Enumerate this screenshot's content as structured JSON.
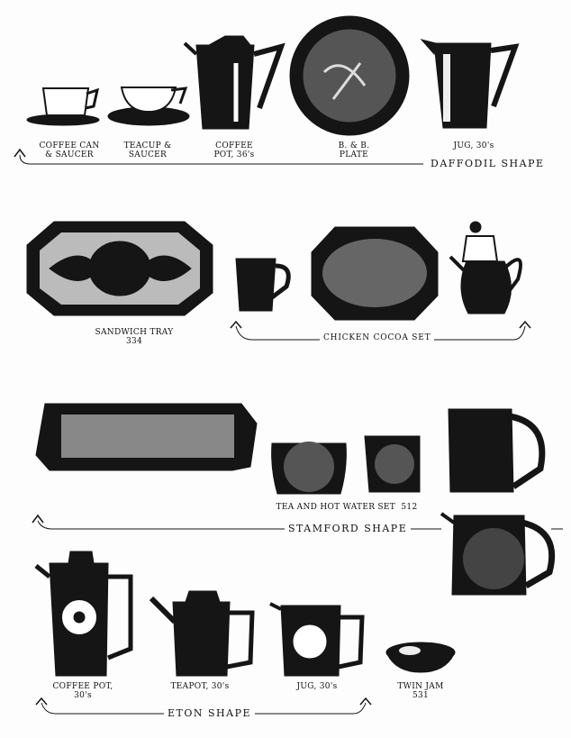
{
  "sections": [
    {
      "shape_name": "DAFFODIL SHAPE",
      "items": [
        {
          "label": "COFFEE CAN\n& SAUCER"
        },
        {
          "label": "TEACUP &\nSAUCER"
        },
        {
          "label": "COFFEE\nPOT, 36's"
        },
        {
          "label": "B. & B.\nPLATE"
        },
        {
          "label": "JUG, 30's"
        }
      ]
    },
    {
      "shape_name": "CHICKEN COCOA SET",
      "items": [
        {
          "label": "SANDWICH TRAY\n334"
        }
      ]
    },
    {
      "shape_name": "STAMFORD SHAPE",
      "items": [
        {
          "label": "TEA AND HOT WATER SET  512"
        }
      ]
    },
    {
      "shape_name": "ETON SHAPE",
      "items": [
        {
          "label": "COFFEE POT,\n30's"
        },
        {
          "label": "TEAPOT, 30's"
        },
        {
          "label": "JUG, 30's"
        },
        {
          "label": "TWIN JAM\n531"
        }
      ]
    }
  ],
  "colors": {
    "ink": "#111111",
    "paper": "#fdfdfd"
  }
}
